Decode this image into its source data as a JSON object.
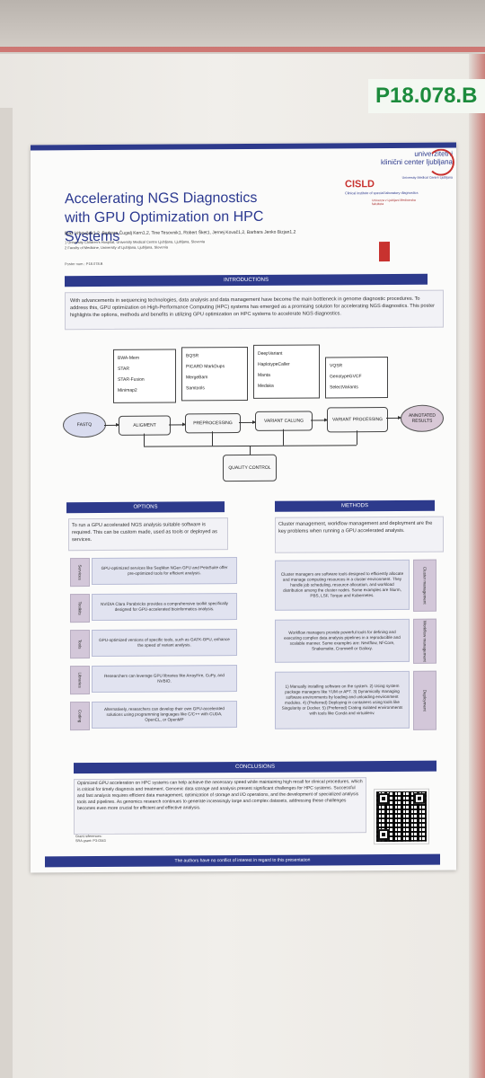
{
  "board": {
    "poster_code": "P18.078.B"
  },
  "poster": {
    "title": "Accelerating NGS Diagnostics with GPU Optimization on HPC Systems",
    "authors": "Blaž Vrhovšek1,2, Barbara Čugalj Kern1,2, Tine Tesovnik1, Robert Šket1, Jernej Kovač1,2, Barbara Jenko Bizjan1,2",
    "affiliations": [
      "1 University Children's Hospital, University Medical Centre Ljubljana, Ljubljana, Slovenia",
      "2 Faculty of Medicine, University of Ljubljana, Ljubljana, Slovenia"
    ],
    "poster_num": "Poster num.: P18.078.B",
    "logo1_line1": "univerzitetni",
    "logo1_line2": "klinični center ljubljana",
    "logo1_sub": "University Medical Centre Ljubljana",
    "logo2_name": "CISLD",
    "logo2_sub": "Clinical institute of special laboratory diagnostics",
    "logo3_text": "Univerza v Ljubljani Medicinska fakulteta",
    "introductions": {
      "heading": "INTRODUCTIONS",
      "text": "With advancements in sequencing technologies, data analysis and data management have become the main bottleneck in genome diagnostic procedures. To address this, GPU optimization on High-Performance Computing (HPC) systems has emerged as a promising solution for accelerating NGS diagnostics. This poster highlights the options, methods and benefits in utilizing GPU optimization on HPC systems to accelerate NGS diagnostics."
    },
    "workflow": {
      "tools_align": [
        "BWA-Mem",
        "STAR",
        "STAR-Fusion",
        "Minimap2"
      ],
      "tools_preproc": [
        "BQSR",
        "PICARD MarkDups",
        "MergeBam",
        "Samtools"
      ],
      "tools_calling": [
        "DeepVariant",
        "HaplotypeCaller",
        "Manta",
        "Medaka"
      ],
      "tools_processing": [
        "VQSR",
        "GenotypeGVCF",
        "SelectVariants"
      ],
      "start": "FASTQ",
      "steps": [
        "ALIGMENT",
        "PREPROCESSING",
        "VARIANT CALLING",
        "VARIANT PROCESSING"
      ],
      "end": "ANNOTATED RESULTS",
      "qc": "QUALITY CONTROL"
    },
    "options": {
      "heading": "OPTIONS",
      "intro": "To run a GPU accelerated NGS analysis suitable software is required. This can be custom made, used as tools or deployed as services.",
      "rows": [
        {
          "tab": "Services",
          "text": "GPU-optimized services like SeqMan NGen GPU and PetaSuite offer pre-optimized tools for efficient analysis."
        },
        {
          "tab": "Toolkits",
          "text": "NVIDIA Clara Parabricks provides a comprehensive toolkit specifically designed for GPU-accelerated bioinformatics analysis."
        },
        {
          "tab": "Tools",
          "text": "GPU-optimized versions of specific tools, such as GATK-GPU, enhance the speed of variant analysis."
        },
        {
          "tab": "Libraries",
          "text": "Researchers can leverage GPU libraries like ArrayFire, CuPy, and NVBIO."
        },
        {
          "tab": "Coding",
          "text": "Alternatively, researchers can develop their own GPU-accelerated solutions using programming languages like C/C++ with CUDA, OpenCL, or OpenMP"
        }
      ]
    },
    "methods": {
      "heading": "METHODS",
      "intro": "Cluster management, workflow management and deployment are the key problems when running a GPU accelerated analysis.",
      "rows": [
        {
          "tab": "Cluster management",
          "text": "Cluster managers are software tools designed to efficiently allocate and manage computing resources in a cluster environment. They handle job scheduling, resource allocation, and workload distribution among the cluster nodes. Some examples are Slurm, PBS, LSF, Torque and Kubernetes."
        },
        {
          "tab": "Workflow management",
          "text": "Workflow managers provide powerful tools for defining and executing complex data analysis pipelines in a reproducible and scalable manner. Some examples are: Nextflow, Nf-Core, Snakemake, Cromwell or Galaxy."
        },
        {
          "tab": "Deployment",
          "text": "1) Manually installing software on the system. 2) Using system package managers like YUM or APT. 3) Dynamically managing software environments by loading and unloading environment modules. 4) (Preferred) Deploying in containers using tools like Singularity or Docker. 5) (Preferred) Crating isolated environments with tools like Conda and virtualenv."
        }
      ]
    },
    "conclusions": {
      "heading": "CONCLUSIONS",
      "text": "Optimized GPU acceleration on HPC systems can help achieve the necessary speed while maintaining high recall for clinical procedures, which is critical for timely diagnosis and treatment. Genomic data storage and analysis present significant challenges for HPC systems. Successful and fast analysis requires efficient data management, optimization of storage and I/O operations, and the development of specialized analysis tools and pipelines. As genomics research continues to generate increasingly large and complex datasets, addressing these challenges becomes even more crucial for efficient and effective analysis."
    },
    "grant_label": "Grant references:",
    "grant_value": "SRA grant: P3-0343",
    "footer": "The authors have no conflict of interest in regard to this presentation"
  },
  "colors": {
    "accent": "#2d3a8c",
    "brand_red": "#c8322f",
    "code_green": "#1c8b3c"
  },
  "icons": {
    "qr": "qr-code-icon",
    "logo": "ukc-logo-icon"
  }
}
